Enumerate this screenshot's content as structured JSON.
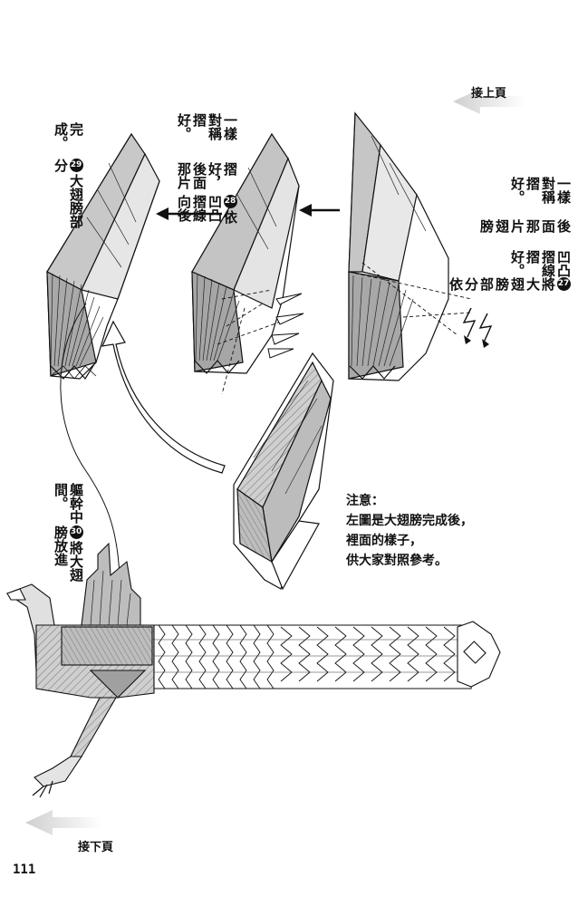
{
  "nav": {
    "prev_label": "接上頁",
    "next_label": "接下頁"
  },
  "steps": [
    {
      "num": "29",
      "text": "大翅膀部分完成。",
      "lines": [
        "大翅膀部分",
        "完成。"
      ]
    },
    {
      "num": "28",
      "text": "依凹凸摺線向後摺好，後面那片一樣對稱摺好。",
      "lines": [
        "依凹凸摺線向後",
        "摺好，後面那片",
        "一樣對稱摺好。"
      ]
    },
    {
      "num": "27",
      "text": "將大翅膀部分依凹凸摺線摺好。後面那片翅膀一樣對稱摺好。",
      "lines": [
        "將大翅膀部分依",
        "凹凸摺線摺好。",
        "後面那片翅膀",
        "一樣對稱摺好。"
      ]
    },
    {
      "num": "30",
      "text": "將大翅膀放進軀幹中間。",
      "lines": [
        "將大翅膀放進",
        "軀幹中間。"
      ]
    }
  ],
  "note": {
    "title": "注意：",
    "lines": [
      "左圖是大翅膀完成後，",
      "裡面的樣子，",
      "供大家對照參考。"
    ]
  },
  "page_number": "111"
}
